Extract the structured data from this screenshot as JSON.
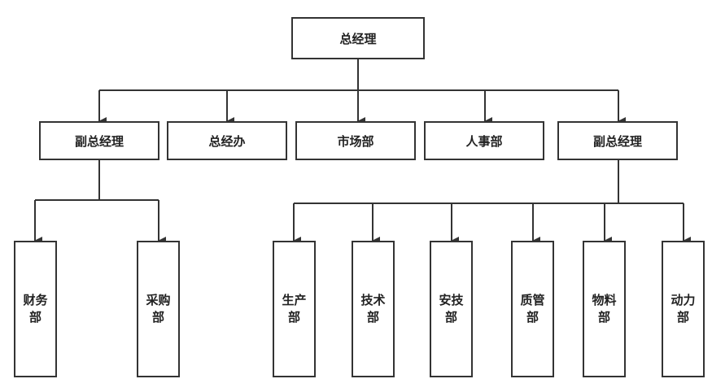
{
  "org_chart": {
    "top": "总经理",
    "level2": [
      "副总经理",
      "总经办",
      "市场部",
      "人事部",
      "副总经理"
    ],
    "left_departments": [
      "财务部",
      "采购部"
    ],
    "right_departments": [
      "生产部",
      "技术部",
      "安技部",
      "质管部",
      "物料部",
      "动力部"
    ]
  },
  "colors": {
    "line": "#333333",
    "box_border": "#333333",
    "text": "#222222"
  }
}
